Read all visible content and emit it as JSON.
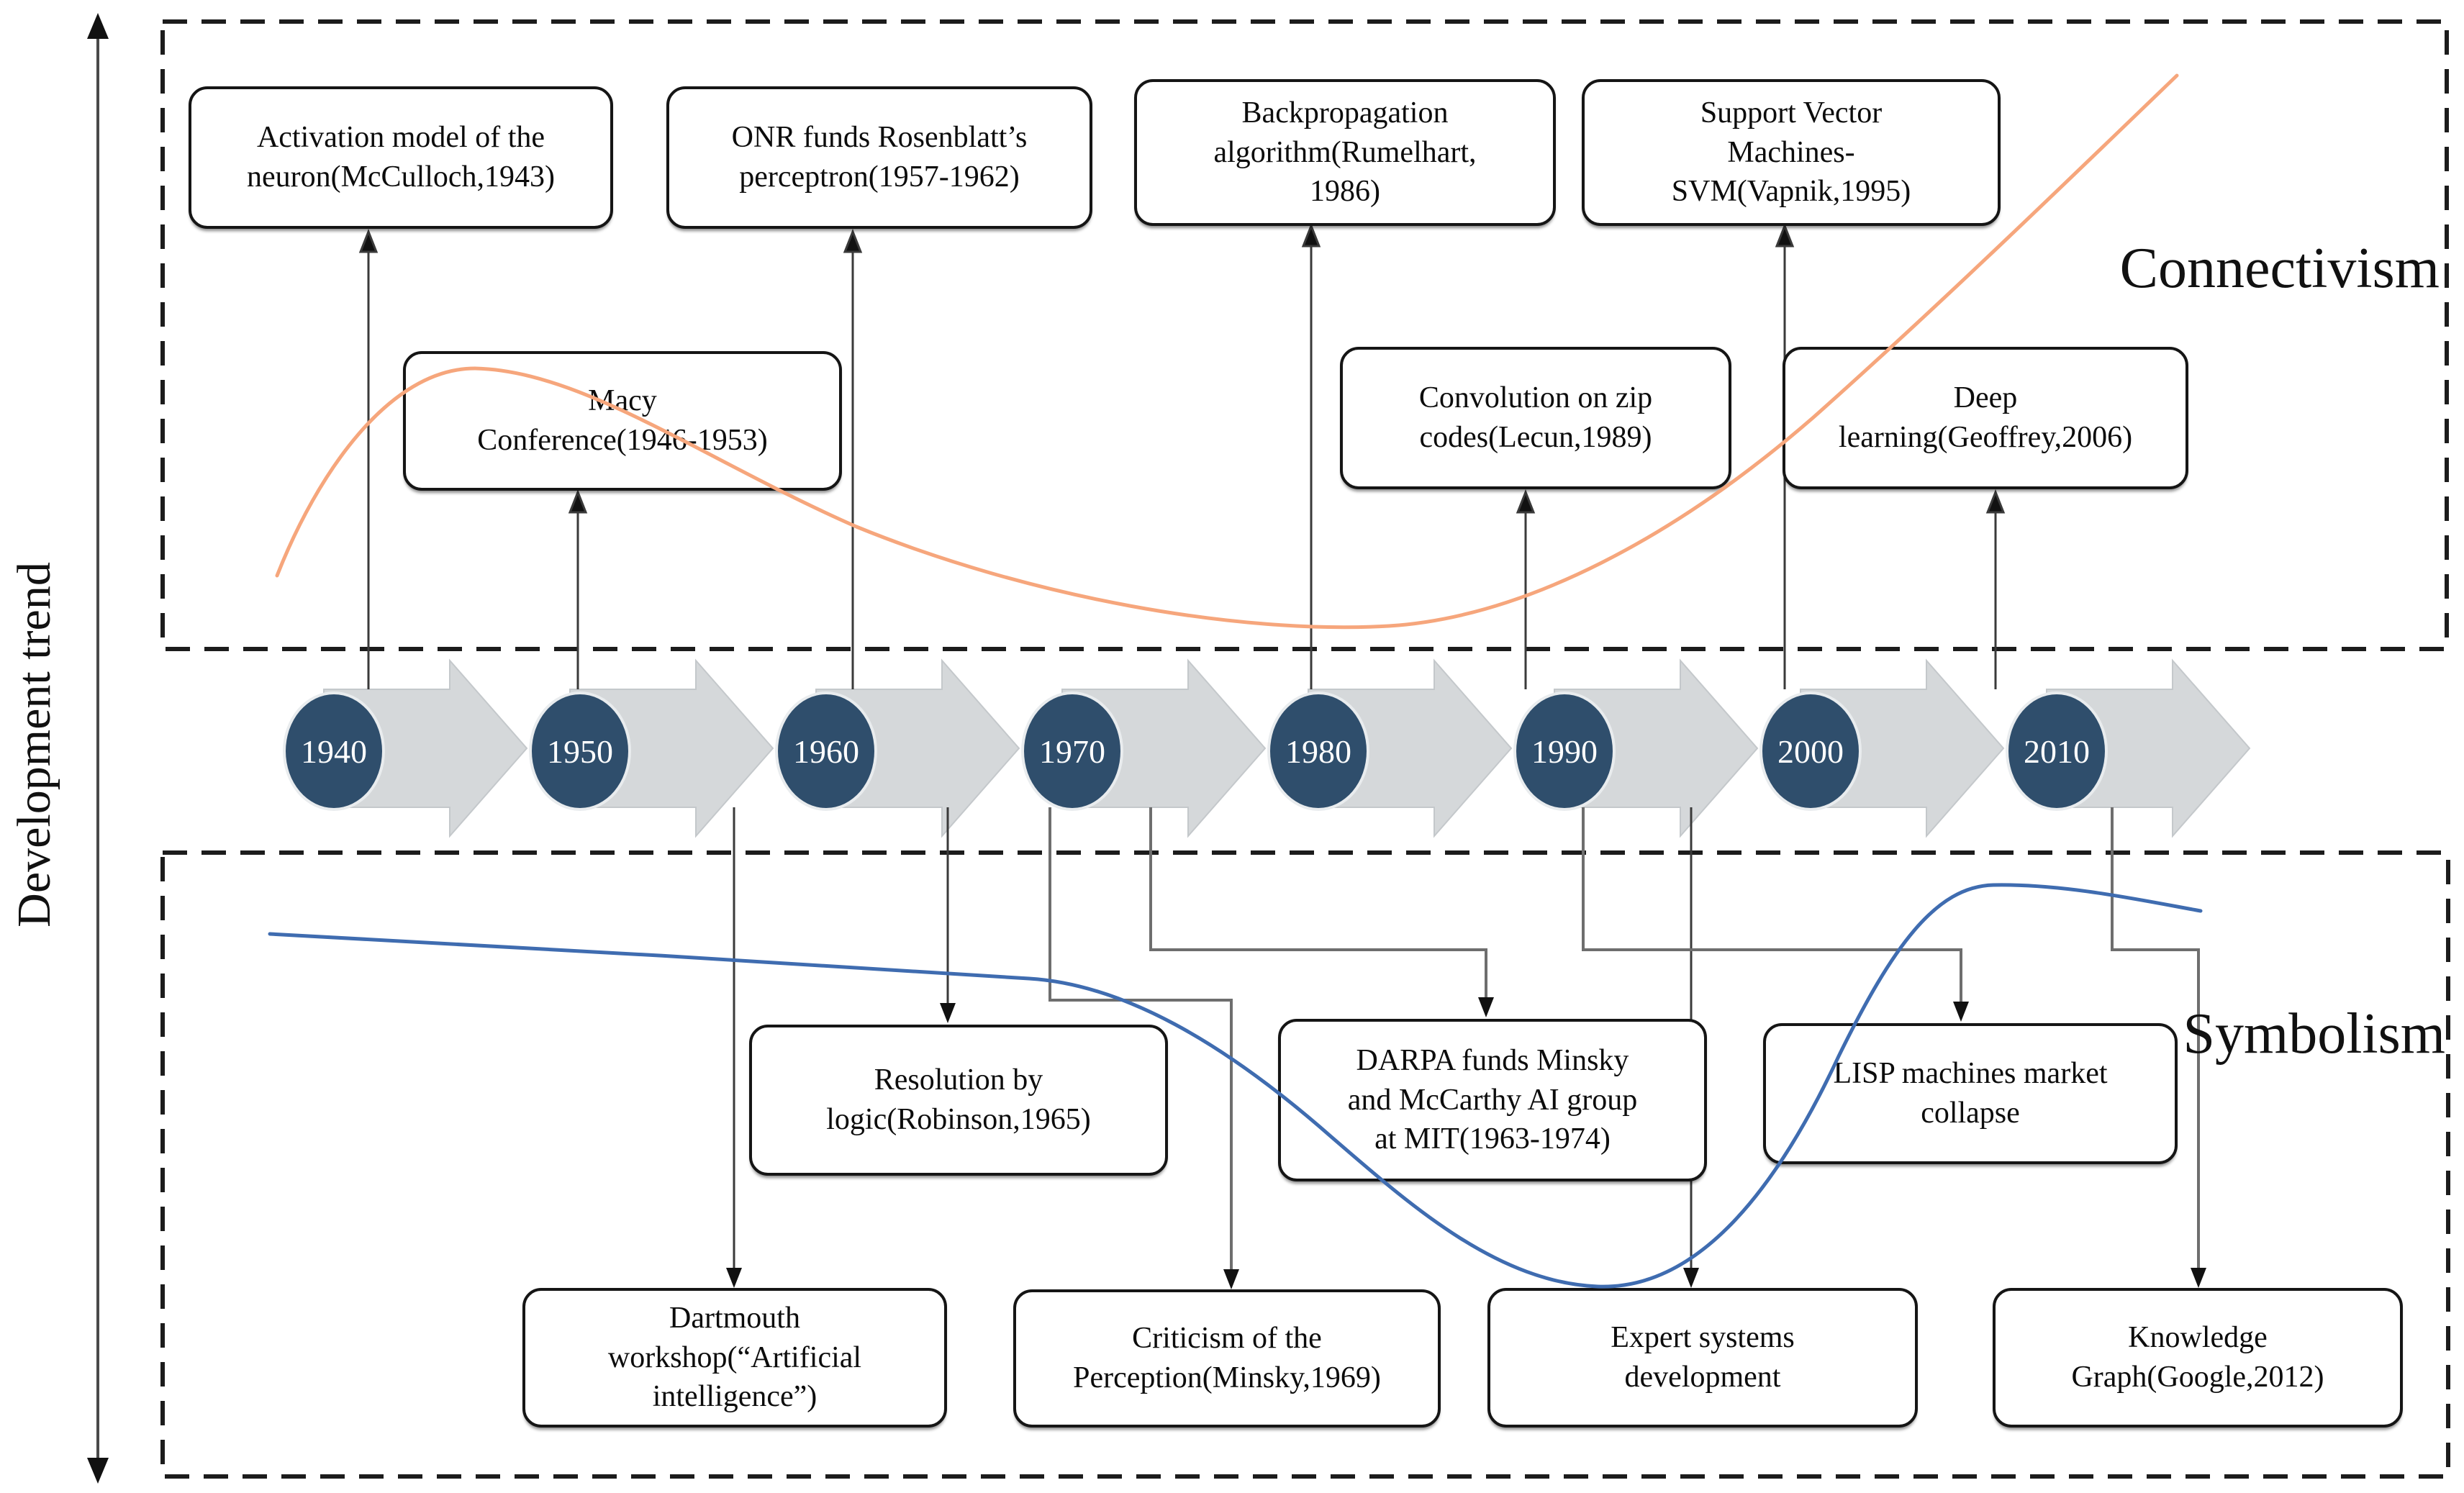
{
  "axis": {
    "label": "Development trend"
  },
  "timeline": {
    "years": [
      "1940",
      "1950",
      "1960",
      "1970",
      "1980",
      "1990",
      "2000",
      "2010"
    ],
    "circle_color": "#2f4e6c",
    "arrow_color": "#d5d8da"
  },
  "sections": {
    "connectivism": {
      "label": "Connectivism",
      "trend_color": "#f6a67c",
      "events": [
        {
          "label": "Activation model of the\nneuron(McCulloch,1943)"
        },
        {
          "label": "ONR funds Rosenblatt’s\nperceptron(1957-1962)"
        },
        {
          "label": "Backpropagation\nalgorithm(Rumelhart,\n1986)"
        },
        {
          "label": "Support Vector\nMachines-\nSVM(Vapnik,1995)"
        },
        {
          "label": "Macy\nConference(1946-1953)"
        },
        {
          "label": "Convolution on zip\ncodes(Lecun,1989)"
        },
        {
          "label": "Deep\nlearning(Geoffrey,2006)"
        }
      ]
    },
    "symbolism": {
      "label": "Symbolism",
      "trend_color": "#3f6cb0",
      "events": [
        {
          "label": "Resolution by\nlogic(Robinson,1965)"
        },
        {
          "label": "DARPA funds Minsky\nand McCarthy AI group\nat MIT(1963-1974)"
        },
        {
          "label": "LISP machines market\ncollapse"
        },
        {
          "label": "Dartmouth\nworkshop(“Artificial\nintelligence”)"
        },
        {
          "label": "Criticism of the\nPerception(Minsky,1969)"
        },
        {
          "label": "Expert systems\ndevelopment"
        },
        {
          "label": "Knowledge\nGraph(Google,2012)"
        }
      ]
    }
  }
}
